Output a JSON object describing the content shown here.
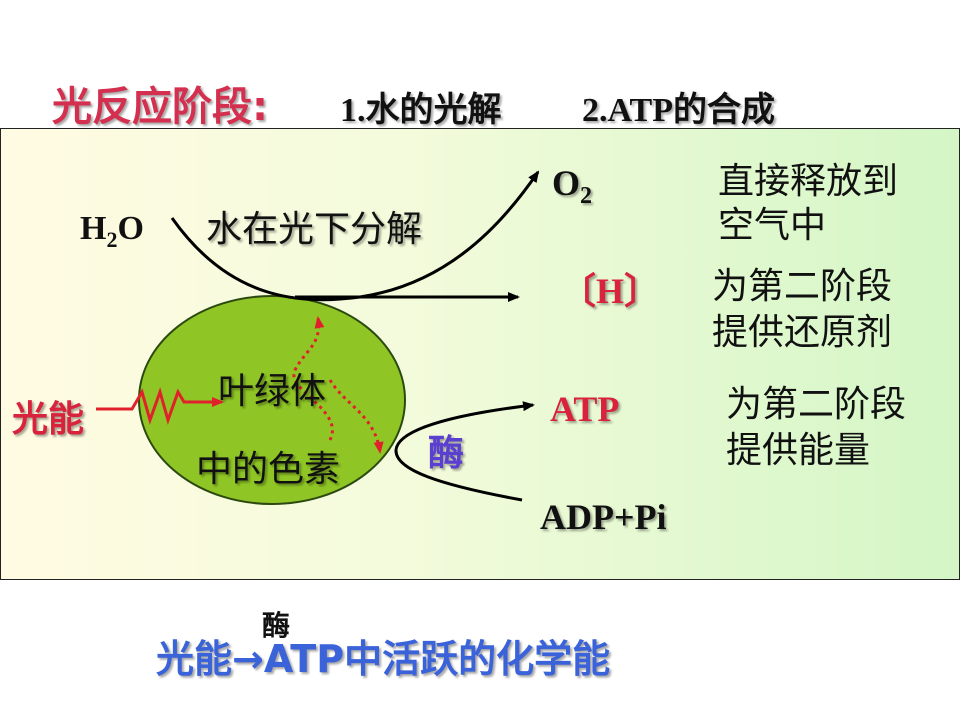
{
  "title": {
    "main": "光反应阶段:",
    "sub1": "1.水的光解",
    "sub2": "2.ATP的合成"
  },
  "water": {
    "molecule_h": "H",
    "molecule_sub": "2",
    "molecule_o": "O",
    "process": "水在光下分解"
  },
  "products": {
    "o2_main": "O",
    "o2_sub": "2",
    "h": "〔H〕",
    "atp": "ATP",
    "adp": "ADP+Pi"
  },
  "notes": {
    "o2_line1": "直接释放到",
    "o2_line2": "空气中",
    "h_line1": "为第二阶段",
    "h_line2": "提供还原剂",
    "atp_line1": "为第二阶段",
    "atp_line2": "提供能量"
  },
  "chloroplast": {
    "line1": "叶绿体",
    "line2": "中的色素"
  },
  "light_energy": "光能",
  "enzyme": "酶",
  "equation": {
    "enzyme": "酶",
    "text": "光能→ATP中活跃的化学能"
  },
  "colors": {
    "title_red": "#d42f4f",
    "chloroplast_green": "#8fc625",
    "label_red": "#d9233c",
    "enzyme_purple": "#5a3fd0",
    "equation_blue": "#3b63d9"
  }
}
